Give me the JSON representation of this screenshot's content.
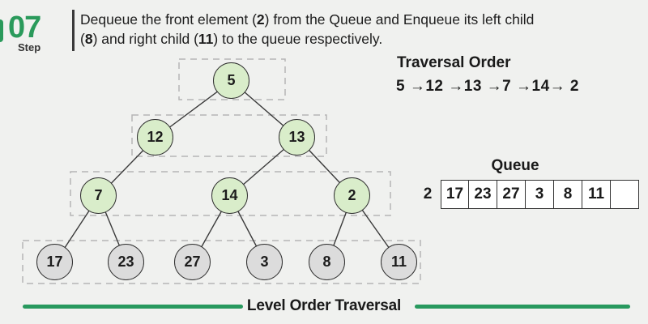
{
  "header": {
    "step_number": "07",
    "step_label": "Step",
    "description_line1": [
      "Dequeue  the front element (",
      "2",
      ") from the Queue and Enqueue its left child"
    ],
    "description_line2": [
      "(",
      "8",
      ") and right child (",
      "11",
      ") to the queue respectively."
    ]
  },
  "traversal": {
    "title": "Traversal Order",
    "sequence": "5 →12 →13 →7 →14→ 2"
  },
  "queue": {
    "title": "Queue",
    "front_element": "2",
    "cells": [
      "17",
      "23",
      "27",
      "3",
      "8",
      "11",
      ""
    ]
  },
  "tree": {
    "nodes": [
      {
        "value": "5",
        "state": "visited"
      },
      {
        "value": "12",
        "state": "visited"
      },
      {
        "value": "13",
        "state": "visited"
      },
      {
        "value": "7",
        "state": "visited"
      },
      {
        "value": "14",
        "state": "visited"
      },
      {
        "value": "2",
        "state": "visited"
      },
      {
        "value": "17",
        "state": "unvisited"
      },
      {
        "value": "23",
        "state": "unvisited"
      },
      {
        "value": "27",
        "state": "unvisited"
      },
      {
        "value": "3",
        "state": "unvisited"
      },
      {
        "value": "8",
        "state": "unvisited"
      },
      {
        "value": "11",
        "state": "unvisited"
      }
    ]
  },
  "footer": {
    "label": "Level Order Traversal"
  },
  "colors": {
    "accent_green": "#2a9a5b",
    "node_visited_fill": "#d9edca",
    "node_unvisited_fill": "#dcdcdc",
    "node_border": "#2f2f2f",
    "queue_cell_background": "#ffffff",
    "dashed_box": "#b5b5b5",
    "background": "#f0f1ef"
  }
}
